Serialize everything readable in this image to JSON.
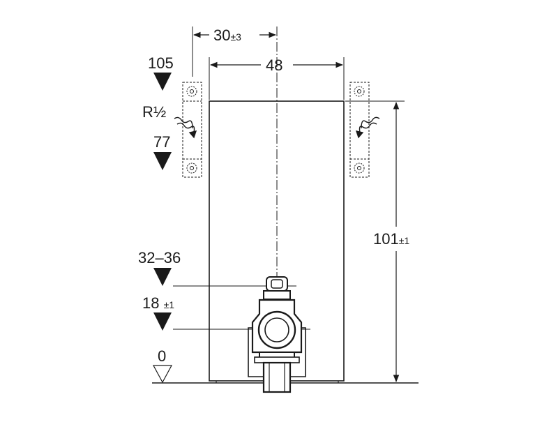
{
  "diagram": {
    "dimensions": {
      "offset": {
        "value": "30",
        "tolerance": "±3"
      },
      "frame_width": {
        "value": "48"
      },
      "total_height": {
        "value": "101",
        "tolerance": "±1"
      }
    },
    "height_markers": {
      "top_connection": "105",
      "bottom_connection": "77",
      "drain_range": "32–36",
      "drain_center": {
        "value": "18 ",
        "tolerance": "±1"
      },
      "floor": "0"
    },
    "thread_label": "R½"
  }
}
